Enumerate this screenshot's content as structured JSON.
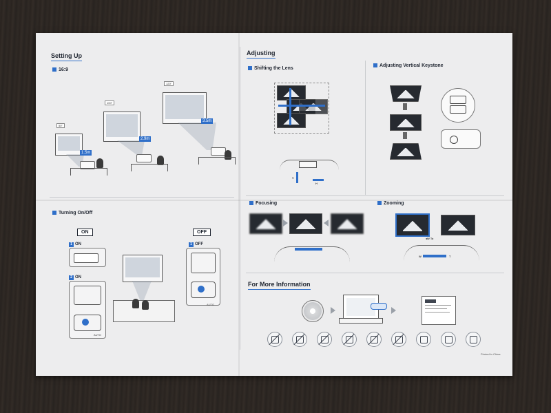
{
  "setup": {
    "title": "Setting Up",
    "aspect_label": "16:9",
    "sizes": [
      {
        "screen": "50\"",
        "distance": "1.5m"
      },
      {
        "screen": "100\"",
        "distance": "2.9m"
      },
      {
        "screen": "120\"",
        "distance": "3.5m"
      }
    ]
  },
  "adjusting": {
    "title": "Adjusting",
    "shifting_label": "Shifting the Lens",
    "keystone_label": "Adjusting Vertical Keystone",
    "focusing_label": "Focusing",
    "zooming_label": "Zooming",
    "shift_v_label": "V",
    "shift_h_label": "H",
    "zoom_w_label": "W",
    "zoom_t_label": "T",
    "zoom_wt_label": "◂W  T▸"
  },
  "power": {
    "title": "Turning On/Off",
    "on_badge": "ON",
    "off_badge": "OFF",
    "step1_num": "1",
    "step1_label": "ON",
    "step2_num": "2",
    "step2_label": "ON",
    "off_step_num": "1",
    "off_step_label": "OFF",
    "auto_label": "AUTO"
  },
  "more_info": {
    "title": "For More Information"
  },
  "footer": {
    "printed": "Printed in China"
  },
  "colors": {
    "accent": "#2f6fc9",
    "paper": "#ededee"
  }
}
